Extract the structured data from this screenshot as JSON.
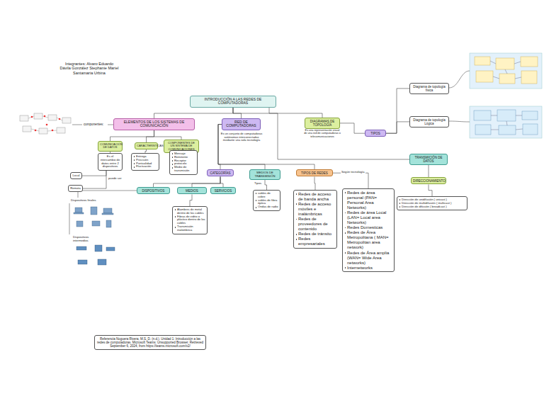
{
  "diagram": {
    "nodes": [
      {
        "text": [
          "INTRODUCCIÓN A LAS REDES DE COMPUTADORAS"
        ]
      },
      {
        "text": [
          "ELEMENTOS DE LOS SISTEMAS DE COMUNICACIÓN"
        ]
      },
      {
        "text": [
          "RED DE COMPUTADORAS"
        ]
      },
      {
        "text": [
          "DIAGRAMAS DE TOPOLOGÍA"
        ]
      },
      {
        "text": [
          "TIPOS"
        ]
      },
      {
        "text": [
          "Diagrama de topología física"
        ]
      },
      {
        "text": [
          "Diagrama de topología Lógica"
        ]
      },
      {
        "text": [
          "TRANSMICIÓN DE DATOS"
        ]
      },
      {
        "text": [
          "DIRECCIONAMIENTO"
        ]
      },
      {
        "text": [
          "Dirección de unidifusión ( unicast )",
          "Dirección de multidifusión ( multicast )",
          "Dirección de difusión ( broadcast )"
        ]
      },
      {
        "text": [
          "COMUNICACIÓN DE DATOS"
        ]
      },
      {
        "text": [
          "CARACTERÍSTICAS"
        ]
      },
      {
        "text": [
          "COMPONENTES DE UN SISTEMA DE COMUNICACIONES"
        ]
      },
      {
        "text": [
          "Es el intercambio de datos entre 2 dispositivos"
        ]
      },
      {
        "text": [
          "Entrega",
          "Precisión",
          "Puntualidad",
          "Fluctuación"
        ]
      },
      {
        "text": [
          "Mensaje",
          "Remitente",
          "Receptor",
          "protocolo",
          "Medio de transmisión"
        ]
      },
      {
        "text": [
          "Local"
        ]
      },
      {
        "text": [
          "Remota"
        ]
      },
      {
        "text": [
          "CATEGORÍAS"
        ]
      },
      {
        "text": [
          "MEDIOS DE TRANSMISIÓN"
        ]
      },
      {
        "text": [
          "DISPOSITIVOS"
        ]
      },
      {
        "text": [
          "MEDIOS"
        ]
      },
      {
        "text": [
          "SERVICIOS"
        ]
      },
      {
        "text": [
          "Alambres de metal dentro de los cables",
          "Fibras de vidrio o plástico dentro de los cables",
          "Transmisión inalámbrica"
        ]
      },
      {
        "text": [
          "cables de cobre",
          "cables de fibra óptica",
          "Ondas de radio"
        ]
      },
      {
        "text": [
          "TIPOS DE REDES"
        ]
      },
      {
        "text": [
          "Redes de acceso de banda ancha",
          "Redes de acceso móviles e inalámbricas",
          "Redes de proveedores de contenido",
          "Redes de tránsito",
          "Redes empresariales"
        ]
      },
      {
        "text": [
          "Redes de área personal (PAN= Personal Area Networks)",
          "Redes de área Local (LAN= Local area Networks)",
          "Redes Domesticas",
          "Redes de Área Metropolitana ( MAN= Metropolitan area network)",
          "Redes de Área amplia (WAN= Wide Area networks)",
          "Internetworks"
        ]
      },
      {
        "text": [
          "Referencia Noguera Rivera, M.S. D. (n.d.). Unidad 1: Introducción a las redes de computadoras. Microsoft Teams: Unsupported Browser. Retrieved September 6, 2024, from https://teams.microsoft.com/v2/"
        ]
      }
    ],
    "edges": [
      {
        "from": 0,
        "to": 1,
        "arrow": "none"
      },
      {
        "from": 0,
        "to": 2,
        "arrow": "none"
      },
      {
        "from": 0,
        "to": 3,
        "arrow": "none"
      },
      {
        "from": 0,
        "to": 7,
        "arrow": "none"
      },
      {
        "from": 1,
        "to": 10,
        "arrow": "none"
      },
      {
        "from": 1,
        "to": 11,
        "arrow": "none"
      },
      {
        "from": 1,
        "to": 12,
        "arrow": "none"
      },
      {
        "from": 10,
        "to": 13,
        "arrow": "none"
      },
      {
        "from": 11,
        "to": 14,
        "arrow": "none"
      },
      {
        "from": 12,
        "to": 15,
        "arrow": "none"
      },
      {
        "from": 13,
        "to": 16,
        "arrow": "none"
      },
      {
        "from": 13,
        "to": 17,
        "label": "puede ser",
        "arrow": "none"
      },
      {
        "from": 2,
        "to": 18,
        "arrow": "none"
      },
      {
        "from": 2,
        "to": 19,
        "arrow": "none"
      },
      {
        "from": 2,
        "to": 25,
        "arrow": "none"
      },
      {
        "from": 18,
        "to": 20,
        "arrow": "none"
      },
      {
        "from": 18,
        "to": 21,
        "arrow": "none"
      },
      {
        "from": 18,
        "to": 22,
        "arrow": "none"
      },
      {
        "from": 21,
        "to": 23,
        "arrow": "none"
      },
      {
        "from": 19,
        "to": 24,
        "label": "Tipos",
        "arrow": "none"
      },
      {
        "from": 25,
        "to": 26,
        "arrow": "none"
      },
      {
        "from": 25,
        "to": 27,
        "label": "Según tecnología",
        "arrow": "none"
      },
      {
        "from": 3,
        "to": 4,
        "arrow": "none"
      },
      {
        "from": 4,
        "to": 5,
        "arrow": "none"
      },
      {
        "from": 4,
        "to": 6,
        "arrow": "none"
      },
      {
        "from": 7,
        "to": 8,
        "arrow": "none"
      },
      {
        "from": 8,
        "to": 9,
        "arrow": "none"
      }
    ],
    "labels": [
      "Integrantes: Alvaro Eduardo Dávila González Stephanie Mariel Santamaria Urbina",
      "componentes:",
      "Es un conjunto de computadoras autónomas interconectadas mediante una sola tecnología",
      "Es una representación visual de una red de computadoras o telecomunicaciones",
      "Dispositivos finales",
      "Dispositivos intermedios"
    ]
  }
}
